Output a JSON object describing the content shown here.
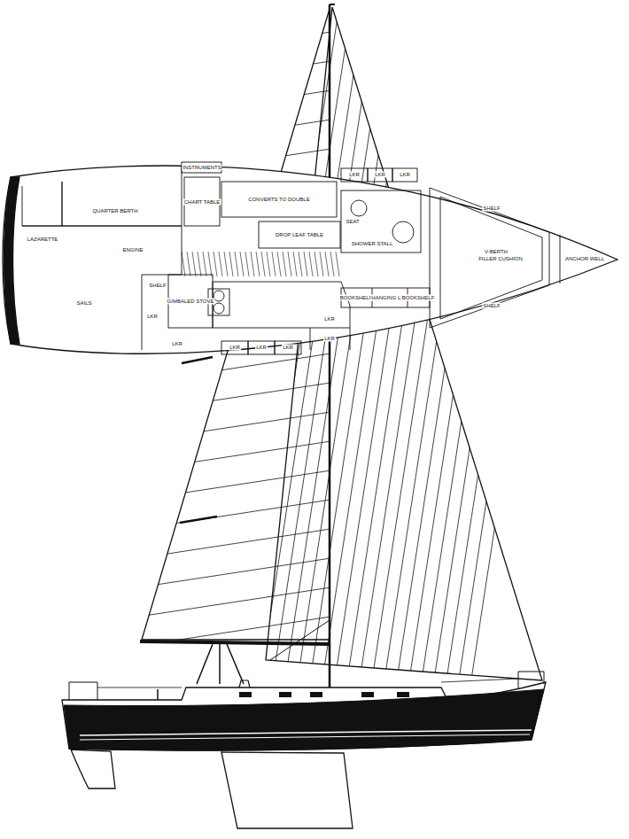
{
  "diagram": {
    "labels": [
      "LAZARETTE",
      "QUARTER BERTH",
      "ENGINE",
      "SAILS",
      "INSTRUMENTS",
      "CHART TABLE",
      "CONVERTS TO DOUBLE",
      "DROP LEAF TABLE",
      "SEAT",
      "SHOWER STALL",
      "LKR",
      "LKR",
      "LKR",
      "SHELF",
      "LKR",
      "LKR",
      "GIMBALED STOVE",
      "LKR",
      "LKR",
      "LKR",
      "LKR",
      "LKR",
      "BOOKSHELF",
      "HANGING LKR",
      "BOOKSHELF",
      "SHELF",
      "V-BERTH",
      "FILLER CUSHION",
      "SHELF",
      "ANCHOR WELL"
    ]
  }
}
